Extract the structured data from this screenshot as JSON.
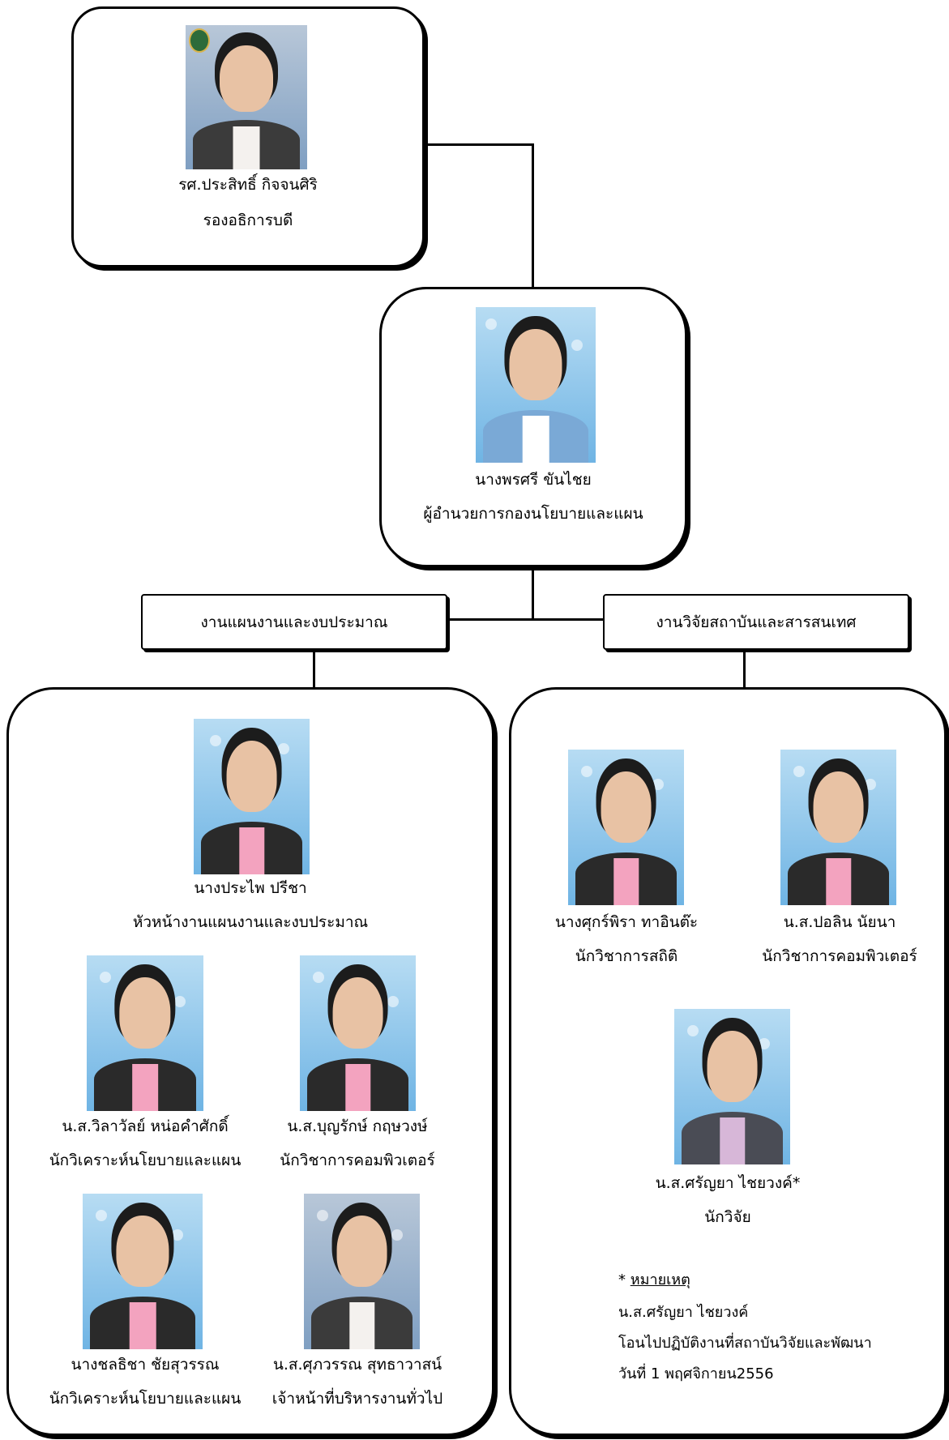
{
  "top_person": {
    "name": "รศ.ประสิทธิ์  กิจจนศิริ",
    "title": "รองอธิการบดี"
  },
  "director": {
    "name": "นางพรศรี  ขันไชย",
    "title": "ผู้อำนวยการกองนโยบายและแผน"
  },
  "branches": {
    "left_label": "งานแผนงานและงบประมาณ",
    "right_label": "งานวิจัยสถาบันและสารสนเทศ"
  },
  "left_group": {
    "head": {
      "name": "นางประไพ  ปรีชา",
      "title": "หัวหน้างานแผนงานและงบประมาณ"
    },
    "members": [
      {
        "name": "น.ส.วิลาวัลย์  หน่อคำศักดิ์",
        "title": "นักวิเคราะห์นโยบายและแผน"
      },
      {
        "name": "น.ส.บุญรักษ์  กฤษวงษ์",
        "title": "นักวิชาการคอมพิวเตอร์"
      },
      {
        "name": "นางชลธิชา  ชัยสุวรรณ",
        "title": "นักวิเคราะห์นโยบายและแผน"
      },
      {
        "name": "น.ส.ศุภวรรณ  สุทธาวาสน์",
        "title": "เจ้าหน้าที่บริหารงานทั่วไป"
      }
    ]
  },
  "right_group": {
    "members": [
      {
        "name": "นางศุกร์พิรา  ทาอินต๊ะ",
        "title": "นักวิชาการสถิติ"
      },
      {
        "name": "น.ส.ปอลิน  นัยนา",
        "title": "นักวิชาการคอมพิวเตอร์"
      },
      {
        "name": "น.ส.ศรัญยา  ไชยวงค์*",
        "title": "นักวิจัย"
      }
    ],
    "note": {
      "star": "*",
      "label": "หมายเหตุ",
      "line1": "น.ส.ศรัญยา ไชยวงค์",
      "line2": "โอนไปปฏิบัติงานที่สถาบันวิจัยและพัฒนา",
      "line3": "วันที่ 1 พฤศจิกายน2556"
    }
  }
}
